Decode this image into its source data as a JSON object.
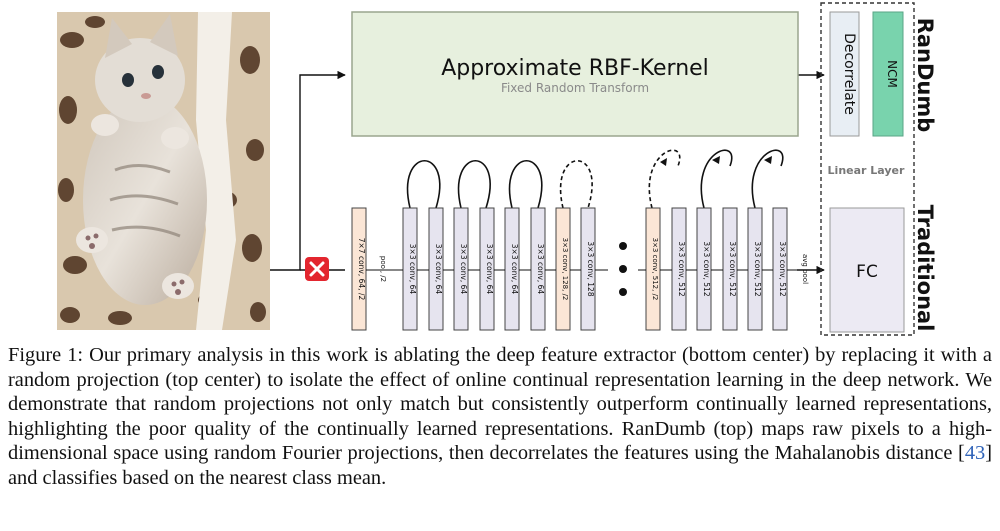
{
  "figure": {
    "rbf_box": {
      "title": "Approximate RBF-Kernel",
      "subtitle": "Fixed Random Transform"
    },
    "right_panel": {
      "decorrelate": "Decorrelate",
      "ncm": "NCM",
      "linear_layer": "Linear Layer",
      "fc": "FC",
      "label_top": "RanDumb",
      "label_bottom": "Traditional"
    },
    "layers": {
      "first": "7×7 conv, 64, /2",
      "pool": "pool, /2",
      "conv64": "3×3 conv, 64",
      "conv128_first": "3×3 conv, 128, /2",
      "conv128": "3×3 conv, 128",
      "conv512_first": "3×3 conv, 512, /2",
      "conv512": "3×3 conv, 512",
      "avgpool": "avg pool"
    },
    "removed_icon": "x-mark-icon",
    "colors": {
      "rbf_fill": "#e7f0de",
      "rbf_border": "#9aa58e",
      "decorrelate_fill": "#e8eef4",
      "ncm_fill": "#79d3ad",
      "fc_fill": "#eceaf3",
      "conv_fill": "#e6e4ef",
      "downsample_fill": "#fbe6d6",
      "remove_red": "#e3262f"
    }
  },
  "caption": {
    "label": "Figure 1:",
    "text_before_cite": "Our primary analysis in this work is ablating the deep feature extractor (bottom center) by replacing it with a random projection (top center) to isolate the effect of online continual representation learning in the deep network. We demonstrate that random projections not only match but consistently outperform continually learned representations, highlighting the poor quality of the continually learned representations. RanDumb (top) maps raw pixels to a high-dimensional space using random Fourier projections, then decorrelates the features using the Mahalanobis distance [",
    "cite": "43",
    "text_after_cite": "] and classifies based on the nearest class mean."
  }
}
